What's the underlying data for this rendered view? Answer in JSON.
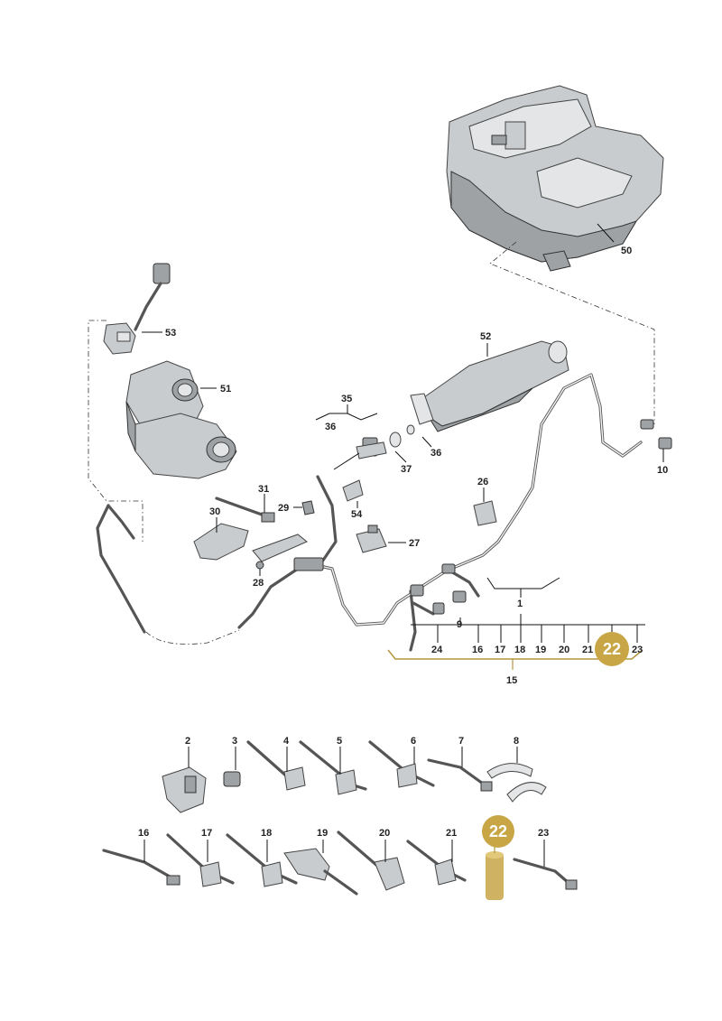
{
  "callouts": {
    "c1": "1",
    "c2": "2",
    "c3": "3",
    "c4": "4",
    "c5": "5",
    "c6": "6",
    "c7": "7",
    "c8": "8",
    "c9": "9",
    "c10": "10",
    "c15": "15",
    "c16": "16",
    "c17": "17",
    "c18": "18",
    "c19": "19",
    "c20": "20",
    "c21": "21",
    "c22": "22",
    "c23": "23",
    "c24": "24",
    "c26": "26",
    "c27": "27",
    "c28": "28",
    "c29": "29",
    "c30": "30",
    "c31": "31",
    "c35": "35",
    "c36": "36",
    "c37": "37",
    "c50": "50",
    "c51": "51",
    "c52": "52",
    "c53": "53",
    "c54": "54"
  },
  "row": {
    "top": [
      "2",
      "3",
      "4",
      "5",
      "6",
      "7",
      "8"
    ],
    "bottom": [
      "16",
      "17",
      "18",
      "19",
      "20",
      "21",
      "22",
      "23"
    ]
  },
  "highlight": {
    "part": "22",
    "color": "#c8a646"
  }
}
